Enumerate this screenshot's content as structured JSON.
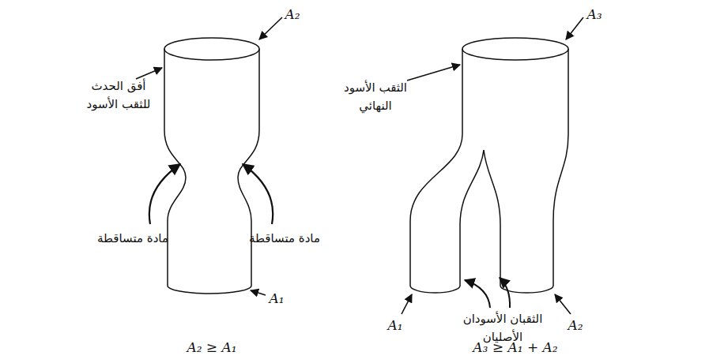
{
  "diagram": {
    "labels": [
      "A₂",
      "أفق الحدث للثقب الأسود",
      "مادة متساقطة",
      "مادة متساقطة",
      "A₁",
      "A₂ ≥ A₁",
      "A₃",
      "الثقب الأسود النهائي",
      "A₁",
      "الثقبان الأسودان الأصليان",
      "A₂",
      "A₃ ≥ A₁ + A₂"
    ]
  }
}
